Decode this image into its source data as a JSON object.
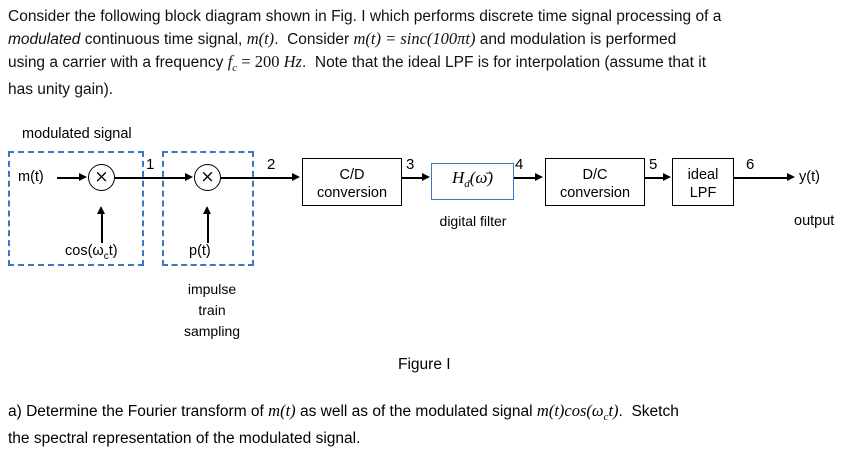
{
  "intro": {
    "line1": "Consider the following block diagram shown in Fig. I which performs discrete time signal processing of a",
    "line2_a": "modulated",
    "line2_b": " continuous time signal, ",
    "line2_m": "m(t)",
    "line2_c": ".  Consider ",
    "line2_d": "m(t) = sinc(100πt)",
    "line2_e": " and modulation is performed",
    "line3_a": "using a carrier with a frequency ",
    "line3_fc": "f",
    "line3_fcsub": "c",
    "line3_b": " = 200 ",
    "line3_hz": "Hz",
    "line3_c": ".  Note that the ideal LPF is for interpolation (assume that it",
    "line4": "has unity gain)."
  },
  "diagram": {
    "modulated_signal_label": "modulated signal",
    "input_label": "m(t)",
    "multiplier_glyph": "×",
    "carrier_label_pre": "cos(",
    "carrier_label_omega": "ω",
    "carrier_label_sub": "c",
    "carrier_label_post": "t)",
    "pulse_label": "p(t)",
    "impulse_train_line1": "impulse",
    "impulse_train_line2": "train",
    "impulse_train_line3": "sampling",
    "block_cd_line1": "C/D",
    "block_cd_line2": "conversion",
    "block_filter_h": "H",
    "block_filter_sub": "d",
    "block_filter_arg": "(ω̄)",
    "block_filter_caption": "digital filter",
    "block_dc_line1": "D/C",
    "block_dc_line2": "conversion",
    "block_lpf_line1": "ideal",
    "block_lpf_line2": "LPF",
    "output_label": "y(t)",
    "output_caption": "output",
    "node_numbers": [
      "1",
      "2",
      "3",
      "4",
      "5",
      "6"
    ],
    "figure_caption": "Figure I",
    "accent_color": "#3b78c3",
    "line_color": "#000000"
  },
  "part_a": {
    "line1_a": "a) Determine the Fourier transform of ",
    "line1_m": "m(t)",
    "line1_b": " as well as of the modulated signal ",
    "line1_mc": "m(t)cos(ω",
    "line1_mc_sub": "c",
    "line1_mc_end": "t)",
    "line1_c": ".  Sketch",
    "line2": "the spectral representation of the modulated signal."
  }
}
